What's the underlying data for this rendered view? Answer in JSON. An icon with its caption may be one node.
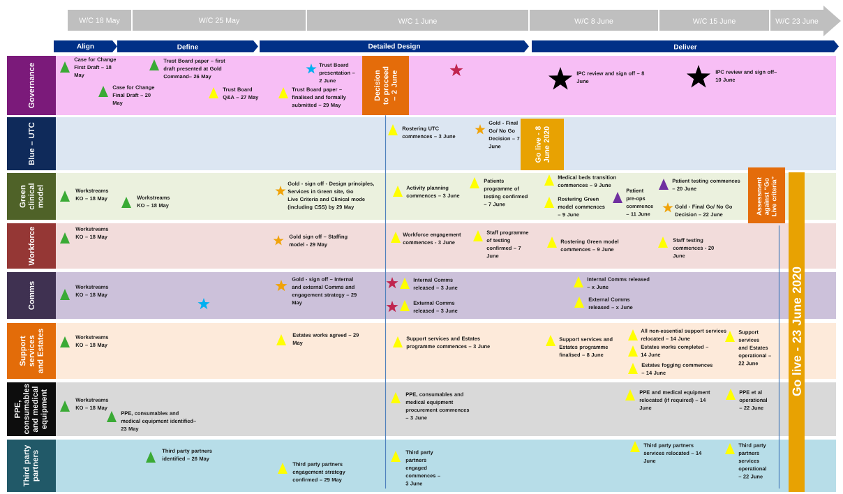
{
  "diagram": {
    "nodes": [
      {
        "text": [
          "W/C 18 May"
        ]
      },
      {
        "text": [
          "W/C 25 May"
        ]
      },
      {
        "text": [
          "W/C 1 June"
        ]
      },
      {
        "text": [
          "W/C 8 June"
        ]
      },
      {
        "text": [
          "W/C 15 June"
        ]
      },
      {
        "text": [
          "W/C 23 June"
        ]
      },
      {
        "text": [
          "Align"
        ]
      },
      {
        "text": [
          "Define"
        ]
      },
      {
        "text": [
          "Detailed Design"
        ]
      },
      {
        "text": [
          "Deliver"
        ]
      },
      {
        "text": [
          "Governance"
        ]
      },
      {
        "text": [
          "Case for Change First Draft – 18 May"
        ],
        "in": 10
      },
      {
        "text": [
          "Case for Change Final Draft – 20 May"
        ],
        "in": 10
      },
      {
        "text": [
          "Trust Board paper – first draft presented at Gold Command– 26 May"
        ],
        "in": 10
      },
      {
        "text": [
          "Trust Board Q&A – 27 May"
        ],
        "in": 10
      },
      {
        "text": [
          "Trust Board paper – finalised and formally submitted – 29 May"
        ],
        "in": 10
      },
      {
        "text": [
          "Trust Board presentation – 2 June"
        ],
        "in": 10
      },
      {
        "text": [
          "IPC review and sign off – 8 June"
        ],
        "in": 10
      },
      {
        "text": [
          "IPC review and sign off– 10 June"
        ],
        "in": 10
      },
      {
        "text": [
          "Decision to proceed – 2 June"
        ],
        "in": 10
      },
      {
        "text": [
          "Blue – UTC"
        ]
      },
      {
        "text": [
          "Rostering UTC commences – 3 June"
        ],
        "in": 20
      },
      {
        "text": [
          "Gold - Final Go/ No Go Decision – 7 June"
        ],
        "in": 20
      },
      {
        "text": [
          "Go live - 8 June 2020"
        ],
        "in": 20
      },
      {
        "text": [
          "Green clinical model"
        ]
      },
      {
        "text": [
          "Workstreams KO – 18 May"
        ],
        "in": 24
      },
      {
        "text": [
          "Workstreams KO – 18 May"
        ],
        "in": 24
      },
      {
        "text": [
          "Gold - sign off - Design principles, Services in Green site, Go Live Criteria and Clinical mode (including CSS) by 29 May"
        ],
        "in": 24
      },
      {
        "text": [
          "Activity planning commences – 3 June"
        ],
        "in": 24
      },
      {
        "text": [
          "Patients programme of testing confirmed – 7 June"
        ],
        "in": 24
      },
      {
        "text": [
          "Medical beds transition commences – 9 June"
        ],
        "in": 24
      },
      {
        "text": [
          "Rostering Green model commences – 9 June"
        ],
        "in": 24
      },
      {
        "text": [
          "Patient pre-ops commence – 11 June"
        ],
        "in": 24
      },
      {
        "text": [
          "Patient testing commences – 20 June"
        ],
        "in": 24
      },
      {
        "text": [
          "Gold - Final Go/ No Go Decision – 22 June"
        ],
        "in": 24
      },
      {
        "text": [
          "Assessment against “Go Live criteria”"
        ]
      },
      {
        "text": [
          "Workforce"
        ]
      },
      {
        "text": [
          "Workstreams KO – 18 May"
        ],
        "in": 36
      },
      {
        "text": [
          "Gold sign off – Staffing model - 29 May"
        ],
        "in": 36
      },
      {
        "text": [
          "Workforce engagement commences - 3 June"
        ],
        "in": 36
      },
      {
        "text": [
          "Staff programme of testing confirmed – 7 June"
        ],
        "in": 36
      },
      {
        "text": [
          "Rostering Green model commences – 9 June"
        ],
        "in": 36
      },
      {
        "text": [
          "Staff testing commences - 20 June"
        ],
        "in": 36
      },
      {
        "text": [
          "Comms"
        ]
      },
      {
        "text": [
          "Workstreams KO – 18 May"
        ],
        "in": 43
      },
      {
        "text": [
          "Gold - sign off – Internal and external Comms and engagement strategy – 29 May"
        ],
        "in": 43
      },
      {
        "text": [
          "Internal Comms released – 3 June"
        ],
        "in": 43
      },
      {
        "text": [
          "External Comms released – 3 June"
        ],
        "in": 43
      },
      {
        "text": [
          "Internal Comms released – x June"
        ],
        "in": 43
      },
      {
        "text": [
          "External Comms released – x June"
        ],
        "in": 43
      },
      {
        "text": [
          "Support services and Estates"
        ]
      },
      {
        "text": [
          "Workstreams KO – 18 May"
        ],
        "in": 50
      },
      {
        "text": [
          "Estates works agreed – 29 May"
        ],
        "in": 50
      },
      {
        "text": [
          "Support services and Estates programme commences – 3 June"
        ],
        "in": 50
      },
      {
        "text": [
          "Support services and Estates programme finalised – 8 June"
        ],
        "in": 50
      },
      {
        "text": [
          "All non-essential support services relocated – 14 June"
        ],
        "in": 50
      },
      {
        "text": [
          "Estates works completed – 14 June"
        ],
        "in": 50
      },
      {
        "text": [
          "Estates fogging commences – 14 June"
        ],
        "in": 50
      },
      {
        "text": [
          "Support services and Estates operational – 22 June"
        ],
        "in": 50
      },
      {
        "text": [
          "PPE, consumables and medical equipment"
        ]
      },
      {
        "text": [
          "Workstreams KO – 18 May"
        ],
        "in": 59
      },
      {
        "text": [
          "PPE, consumables and medical equipment identified– 23 May"
        ],
        "in": 59
      },
      {
        "text": [
          "PPE, consumables and medical equipment procurement commences – 3 June"
        ],
        "in": 59
      },
      {
        "text": [
          "PPE and medical equipment relocated (if required) – 14 June"
        ],
        "in": 59
      },
      {
        "text": [
          "PPE et al operational – 22 June"
        ],
        "in": 59
      },
      {
        "text": [
          "Third party partners"
        ]
      },
      {
        "text": [
          "Third party partners identified – 26 May"
        ],
        "in": 65
      },
      {
        "text": [
          "Third party partners engagement strategy confirmed – 29 May"
        ],
        "in": 65
      },
      {
        "text": [
          "Third party partners engaged commences – 3 June"
        ],
        "in": 65
      },
      {
        "text": [
          "Third party partners services relocated – 14 June"
        ],
        "in": 65
      },
      {
        "text": [
          "Third party partners services operational – 22 June"
        ],
        "in": 65
      },
      {
        "text": [
          "Go live - 23 June 2020"
        ]
      }
    ],
    "edges": [
      {
        "from": 19,
        "to": 65,
        "arrow": "none"
      },
      {
        "from": 35,
        "to": 65,
        "arrow": "none"
      }
    ]
  }
}
